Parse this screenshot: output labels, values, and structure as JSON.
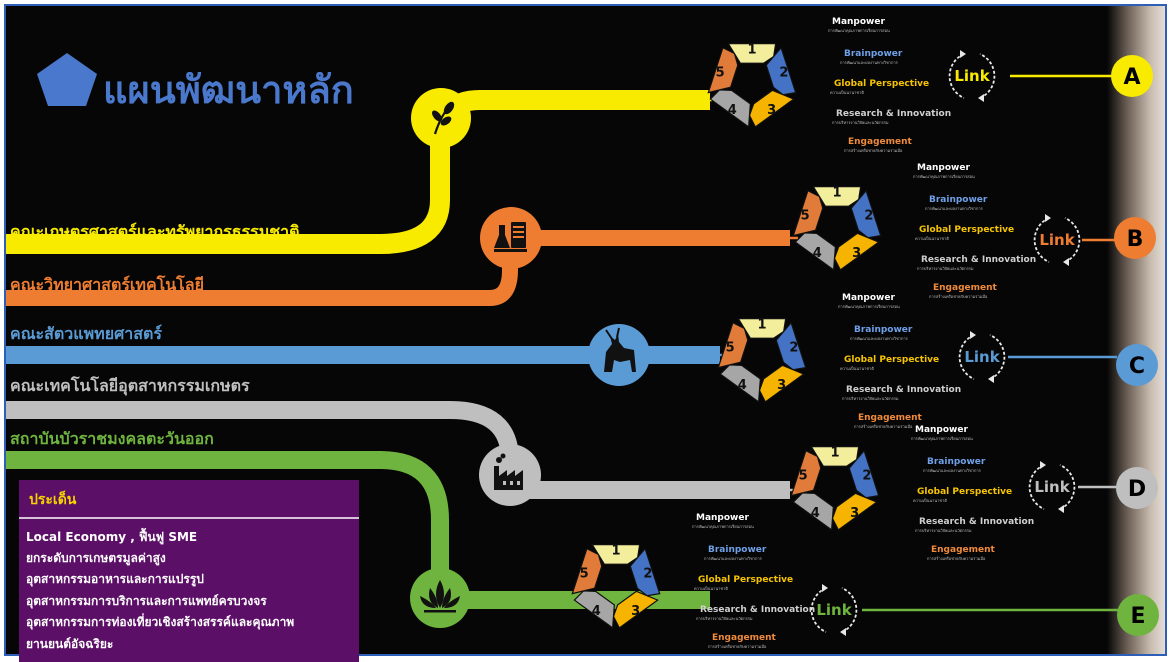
{
  "title": "แผนพัฒนาหลัก",
  "faculties": [
    {
      "name": "คณะเกษตรศาสตร์และทรัพยากรธรรมชาติ",
      "color": "#f8eb00",
      "icon": "plant-icon",
      "tag": "A"
    },
    {
      "name": "คณะวิทยาศาสตร์เทคโนโลยี",
      "color": "#ee7d31",
      "icon": "science-lab-icon",
      "tag": "B"
    },
    {
      "name": "คณะสัตวแพทยศาสตร์",
      "color": "#5b9bd5",
      "icon": "veterinary-animal-icon",
      "tag": "C"
    },
    {
      "name": "คณะเทคโนโลยีอุตสาหกรรมเกษตร",
      "color": "#bfbfbf",
      "icon": "factory-icon",
      "tag": "D"
    },
    {
      "name": "สถาบันบัวราชมงคลตะวันออก",
      "color": "#6fb43f",
      "icon": "lotus-icon",
      "tag": "E"
    }
  ],
  "pentagon_numbers": [
    "1",
    "2",
    "3",
    "4",
    "5"
  ],
  "pentagon_colors": {
    "seg1": "#f2ee9c",
    "seg2": "#4472c4",
    "seg3": "#f6b400",
    "seg4": "#a6a6a6",
    "seg5": "#e07b39"
  },
  "pillars": [
    {
      "title": "Manpower",
      "sub": "การพัฒนาคุณภาพการเรียนการสอน",
      "color": "#ffffff"
    },
    {
      "title": "Brainpower",
      "sub": "การพัฒนาและผลงานทางวิชาการ",
      "color": "#6fa0e8"
    },
    {
      "title": "Global Perspective",
      "sub": "ความเป็นนานาชาติ",
      "color": "#f6c400"
    },
    {
      "title": "Research & Innovation",
      "sub": "การบริหารงานวิจัยและนวัตกรรม",
      "color": "#cfcfcf"
    },
    {
      "title": "Engagement",
      "sub": "การสร้างเครือข่ายกับความร่วมมือ",
      "color": "#f08a3c"
    }
  ],
  "link_label": "Link",
  "issues": {
    "heading": "ประเด็น",
    "items": [
      "Local Economy , ฟื้นฟู SME",
      "ยกระดับการเกษตรมูลค่าสูง",
      "อุตสาหกรรมอาหารและการแปรรูป",
      "อุตสาหกรรมการบริการและการแพทย์ครบวงจร",
      "อุตสาหกรรมการท่องเที่ยวเชิงสร้างสรรค์และคุณภาพ",
      "ยานยนต์อัจฉริยะ"
    ],
    "bg": "#5c0f67"
  }
}
